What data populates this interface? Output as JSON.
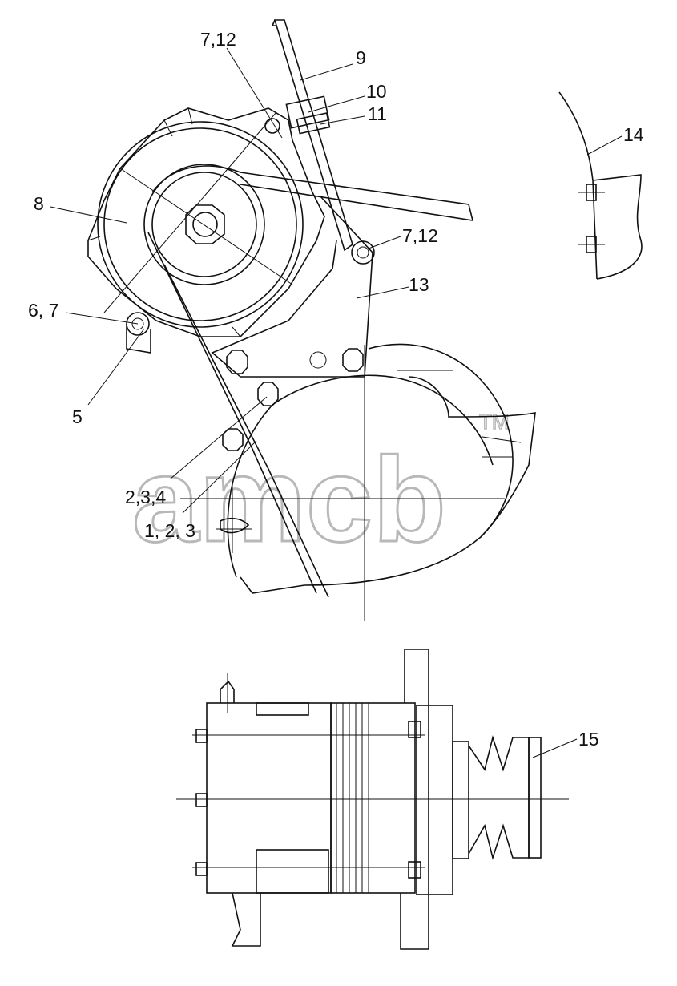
{
  "callouts": [
    {
      "id": "c-7-12-top",
      "text": "7,12"
    },
    {
      "id": "c-9",
      "text": "9"
    },
    {
      "id": "c-10",
      "text": "10"
    },
    {
      "id": "c-11",
      "text": "11"
    },
    {
      "id": "c-14",
      "text": "14"
    },
    {
      "id": "c-8",
      "text": "8"
    },
    {
      "id": "c-7-12-right",
      "text": "7,12"
    },
    {
      "id": "c-13",
      "text": "13"
    },
    {
      "id": "c-6-7",
      "text": "6, 7"
    },
    {
      "id": "c-5",
      "text": "5"
    },
    {
      "id": "c-2-3-4",
      "text": "2,3,4"
    },
    {
      "id": "c-1-2-3",
      "text": "1, 2, 3"
    },
    {
      "id": "c-15",
      "text": "15"
    }
  ],
  "watermark": {
    "text": "amcb",
    "tm": "TM"
  }
}
